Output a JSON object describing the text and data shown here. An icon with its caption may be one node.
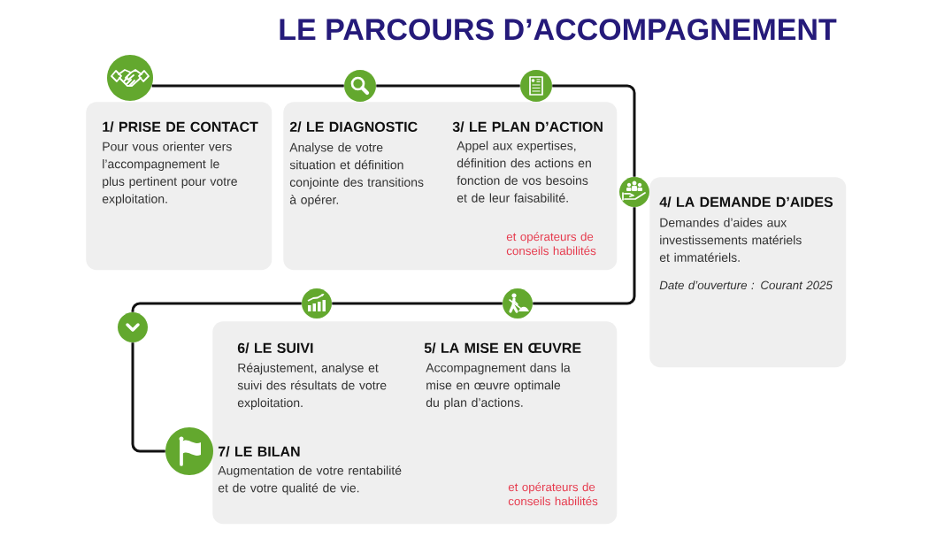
{
  "diagram": {
    "title": "LE PARCOURS D’ACCOMPAGNEMENT",
    "nodes": [
      {
        "text": [],
        "shape": "circle"
      },
      {
        "text": [],
        "shape": "circle"
      },
      {
        "text": [],
        "shape": "circle"
      },
      {
        "text": [
          "1/ PRISE DE CONTACT",
          "Pour vous orienter vers l’accompagnement le plus pertinent pour votre exploitation."
        ]
      },
      {
        "text": [
          "2/ LE DIAGNOSTIC",
          "Analyse de votre situation et définition conjointe des transitions à opérer.",
          "3/ LE PLAN D’ACTION",
          "Appel aux expertises, définition des actions en fonction de vos besoins et de leur faisabilité.",
          "et opérateurs de conseils habilités"
        ]
      },
      {
        "text": [],
        "shape": "circle"
      },
      {
        "text": [
          "4/ LA DEMANDE D’AIDES",
          "Demandes d’aides aux investissements matériels et immatériels.",
          "Date d’ouverture : Courant 2025"
        ]
      },
      {
        "text": [],
        "shape": "circle"
      },
      {
        "text": [],
        "shape": "circle"
      },
      {
        "text": [],
        "shape": "circle"
      },
      {
        "text": [
          "6/ LE SUIVI",
          "Réajustement, analyse et suivi des résultats de votre exploitation.",
          "5/ LA MISE EN ŒUVRE",
          "Accompagnement dans la mise en œuvre optimale du plan d’actions.",
          "7/ LE BILAN",
          "Augmentation de votre rentabilité et de votre qualité de vie.",
          "et opérateurs de conseils habilités"
        ]
      },
      {
        "text": [],
        "shape": "circle"
      }
    ],
    "edges": [
      {
        "from": 0,
        "to": 1,
        "arrow": "none"
      },
      {
        "from": 1,
        "to": 2,
        "arrow": "none"
      },
      {
        "from": 2,
        "to": 5,
        "arrow": "none"
      },
      {
        "from": 5,
        "to": 8,
        "arrow": "none"
      },
      {
        "from": 8,
        "to": 7,
        "arrow": "none"
      },
      {
        "from": 7,
        "to": 9,
        "arrow": "none"
      },
      {
        "from": 9,
        "to": 11,
        "arrow": "none"
      }
    ]
  }
}
